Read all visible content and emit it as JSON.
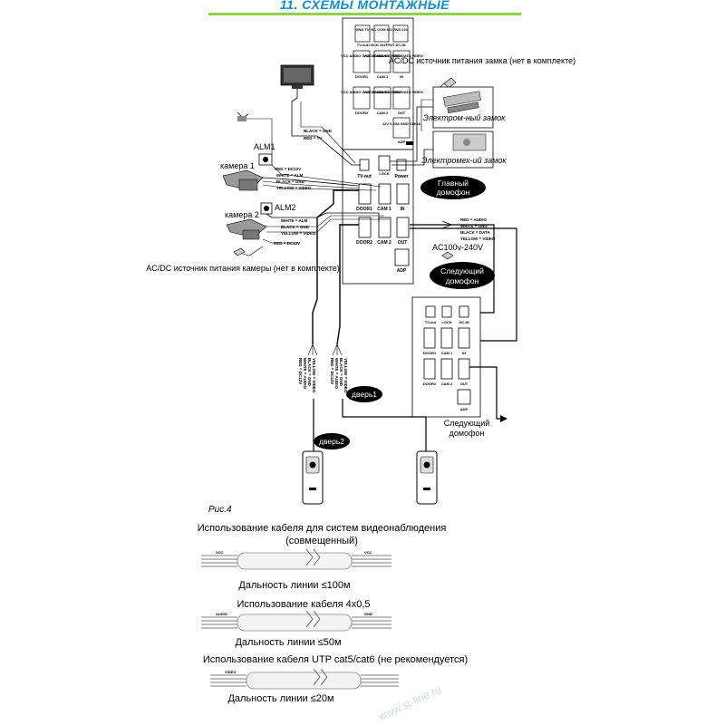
{
  "header": {
    "title": "11. СХЕМЫ МОНТАЖНЫЕ"
  },
  "main_unit": {
    "row1": [
      "GND TV",
      "NC COM NO",
      "GND 12V"
    ],
    "row1_bottom": [
      "TV-out",
      "LOCK OUTPUT",
      "DC-IN"
    ],
    "row2": [
      "VCC AUDIO GND VIDEO",
      "VCC ALM GND VIDEO",
      "AUDIO GND DATA VIDEO"
    ],
    "row2_bottom": [
      "DOOR1",
      "CAM 1",
      "IN"
    ],
    "row3": [
      "VCC AUDIO GND VIDEO",
      "VCC ALM GND VIDEO",
      "AUDIO GND DATA VIDEO"
    ],
    "row3_bottom": [
      "DOOR2",
      "CAM 2",
      "OUT"
    ],
    "adp_spec": "12V 0.25A GND CMOA",
    "adp": "ADP",
    "ports": [
      "TV-out",
      "LOCK",
      "Power",
      "DOOR1",
      "CAM 1",
      "IN",
      "DOOR2",
      "CAM 2",
      "OUT",
      "ADP"
    ]
  },
  "labels": {
    "lock_power": "AC/DC источник питания замка (нет в комплекте)",
    "em_lock": "Электром-ный замок",
    "emech_lock": "Электромех-ий замок",
    "main_intercom": "Главный домофон",
    "next_intercom": "Следующий домофон",
    "next_intercom2": "Следующий домофон",
    "ac": "AC100v-240V",
    "cam_power": "AC/DC источник питания камеры (нет в комплекте)",
    "alm1": "ALM1",
    "alm2": "ALM2",
    "cam1": "камера 1",
    "cam2": "камера 2",
    "door1": "дверь1",
    "door2": "дверь2",
    "fig": "Рис.4"
  },
  "wires": {
    "tv": [
      "BLACK = GND",
      "RED = TV"
    ],
    "cam1": [
      "RED = DC12V",
      "WHITE = ALM",
      "BLACK = GND",
      "YELLOW = VIDEO"
    ],
    "cam2": [
      "WHITE = ALM",
      "BLACK = GND",
      "YELLOW = VIDEO",
      "RED = DC12V"
    ],
    "out": [
      "RED = AUDIO",
      "WHITE = GND",
      "BLACK = DATA",
      "YELLOW = VIDEO"
    ],
    "door2": [
      "RED = DC12V",
      "WHITE = AUDIO",
      "BLACK = GND",
      "YELLOW = VIDEO"
    ],
    "door1": [
      "RED = DC12V",
      "WHITE = AUDIO",
      "BLACK = GND",
      "YELLOW = VIDEO"
    ]
  },
  "second_unit": {
    "ports": [
      "TV-out",
      "LOCK",
      "DC-IN",
      "DOOR1",
      "CAM 1",
      "IN",
      "DOOR2",
      "CAM 2",
      "OUT",
      "ADP"
    ]
  },
  "cables": [
    {
      "title": "Использование кабеля для систем видеонаблюдения (совмещенный)",
      "distance": "Дальность линии ≤100м"
    },
    {
      "title": "Использование кабеля 4x0,5",
      "distance": "Дальность линии ≤50м"
    },
    {
      "title": "Использование кабеля UTP cat5/cat6 (не рекомендуется)",
      "distance": "Дальность линии ≤20м"
    }
  ],
  "cable_wire_labels": [
    "VCC",
    "AUDIO",
    "GND",
    "VIDEO"
  ],
  "watermark": "www.st-line.ru"
}
